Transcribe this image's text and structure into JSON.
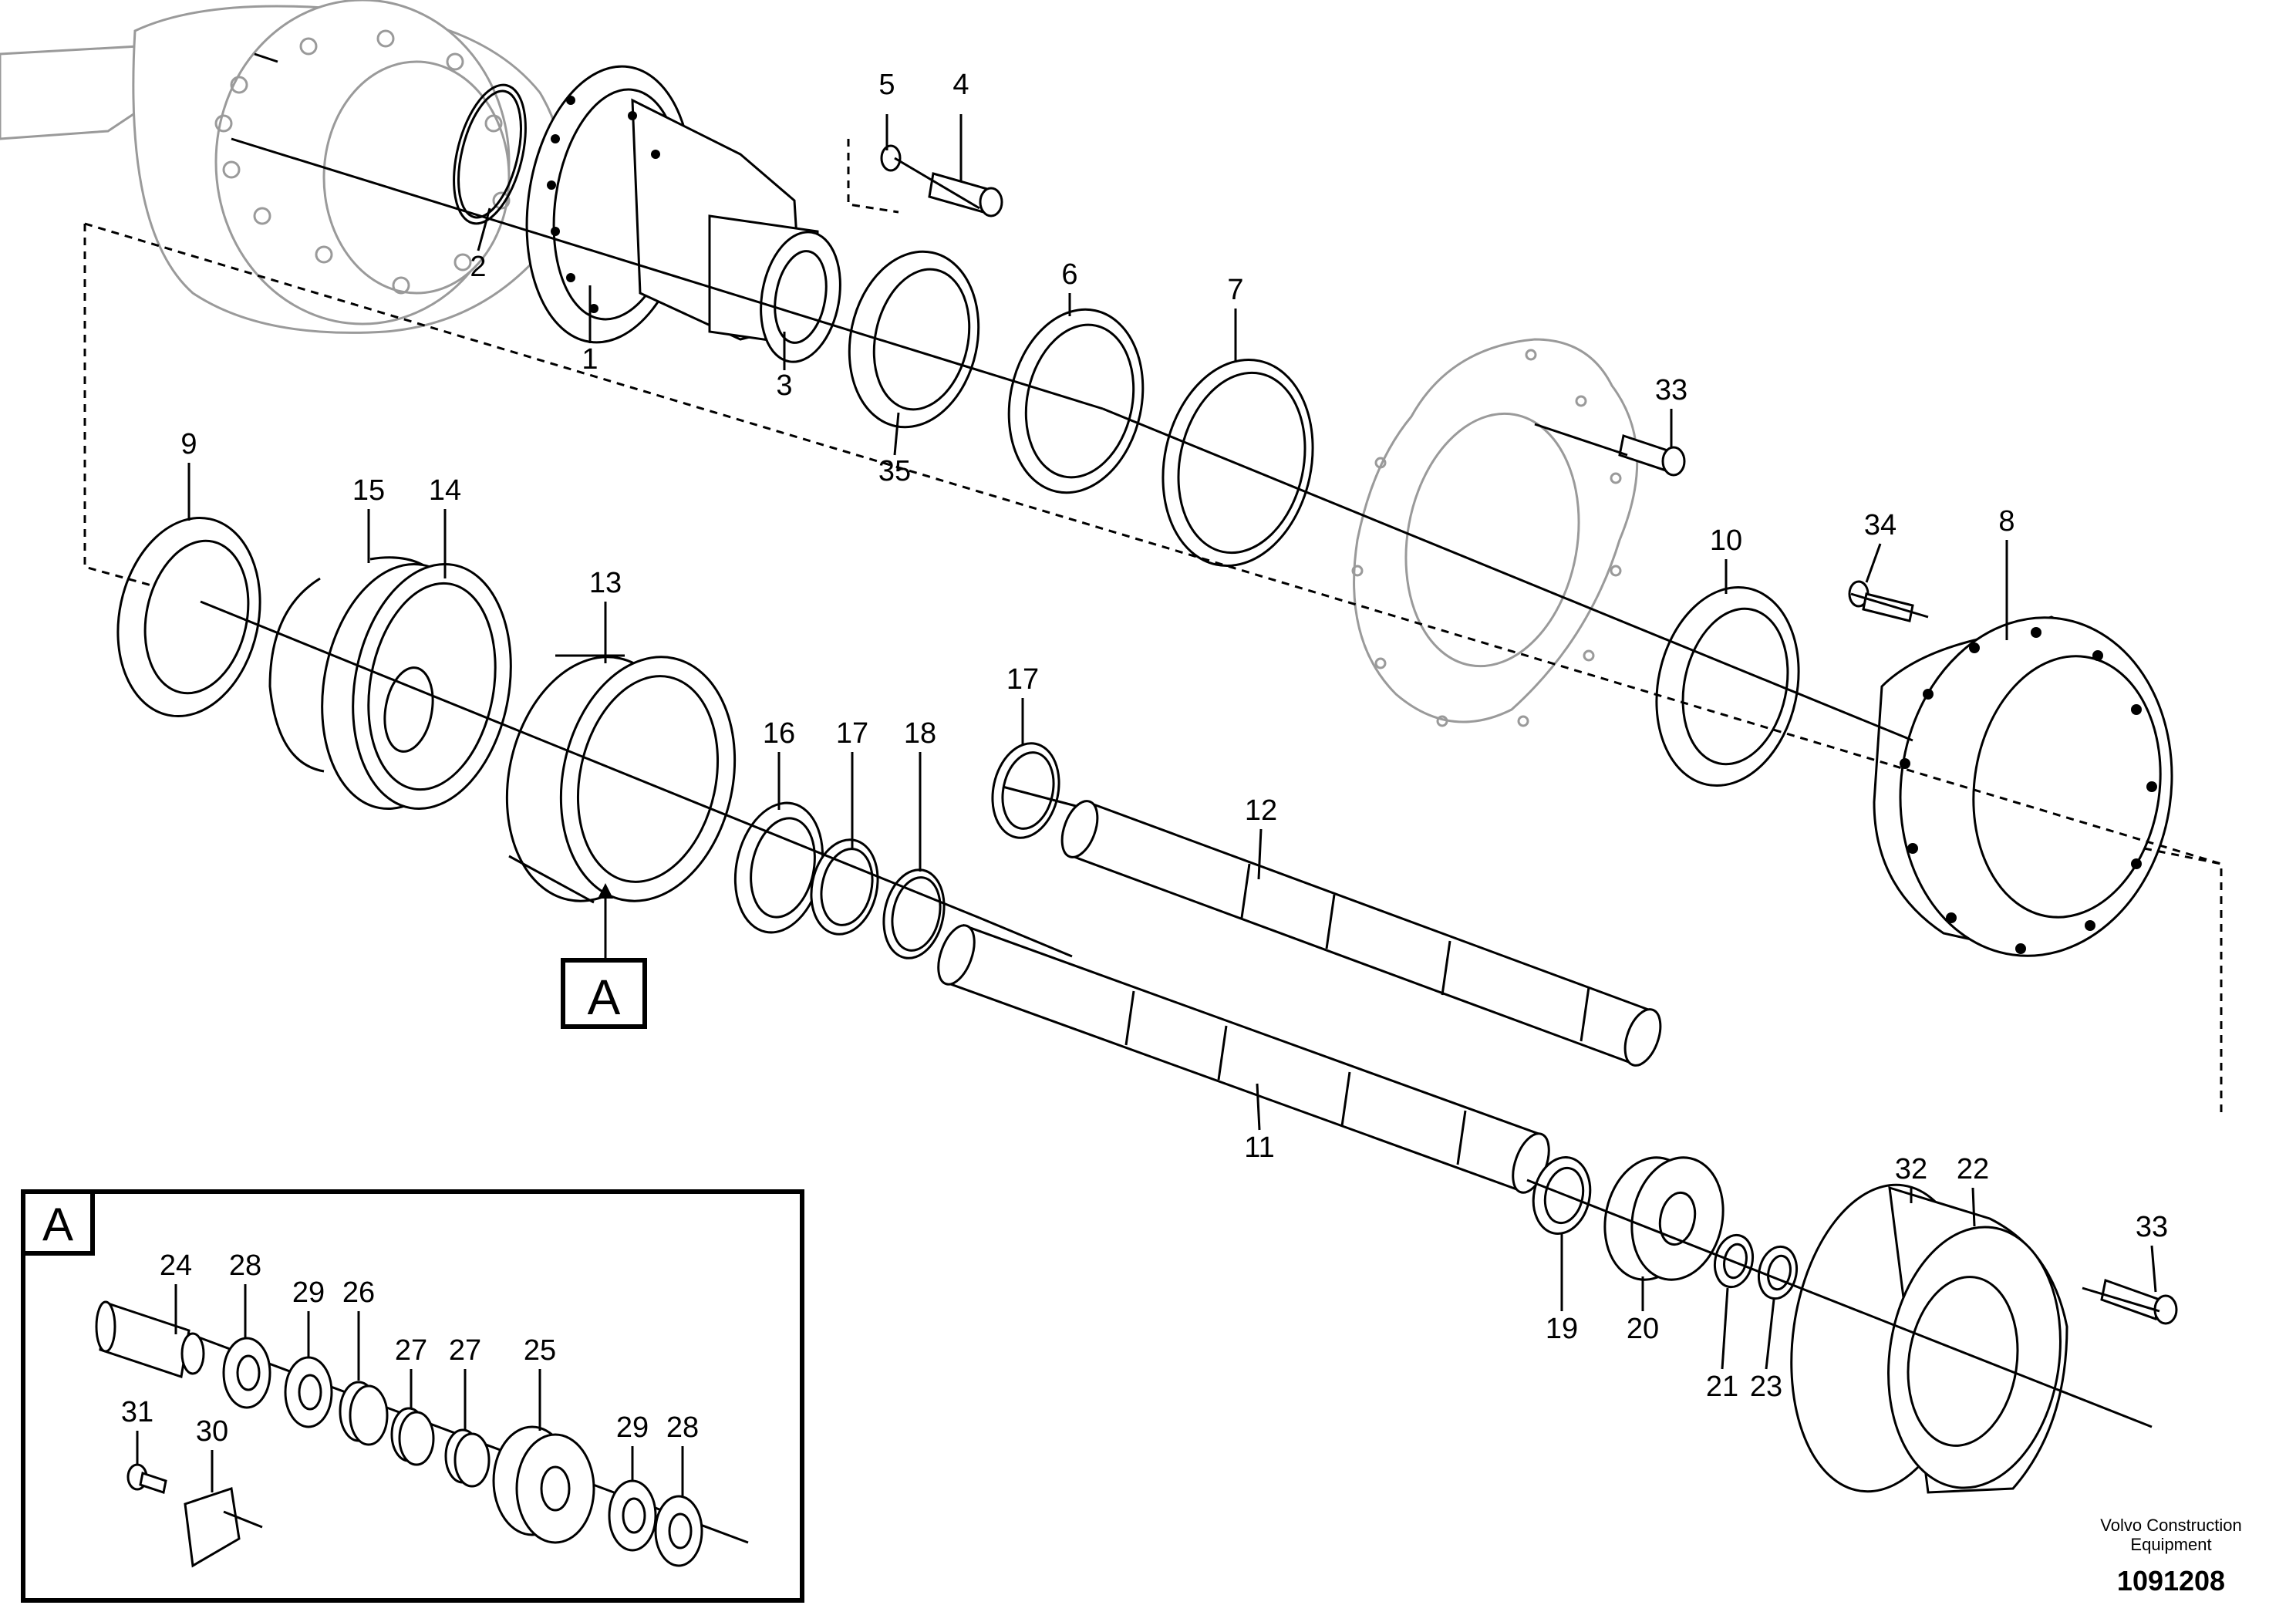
{
  "diagram": {
    "drawing_number": "1091208",
    "brand_line1": "Volvo Construction",
    "brand_line2": "Equipment",
    "detail_marker": "A",
    "detail_box_label": "A"
  },
  "callouts": [
    {
      "id": "c1",
      "label": "1"
    },
    {
      "id": "c2",
      "label": "2"
    },
    {
      "id": "c3",
      "label": "3"
    },
    {
      "id": "c4",
      "label": "4"
    },
    {
      "id": "c5",
      "label": "5"
    },
    {
      "id": "c6",
      "label": "6"
    },
    {
      "id": "c7",
      "label": "7"
    },
    {
      "id": "c8",
      "label": "8"
    },
    {
      "id": "c9",
      "label": "9"
    },
    {
      "id": "c10",
      "label": "10"
    },
    {
      "id": "c11",
      "label": "11"
    },
    {
      "id": "c12",
      "label": "12"
    },
    {
      "id": "c13",
      "label": "13"
    },
    {
      "id": "c14",
      "label": "14"
    },
    {
      "id": "c15",
      "label": "15"
    },
    {
      "id": "c16",
      "label": "16"
    },
    {
      "id": "c17a",
      "label": "17"
    },
    {
      "id": "c17b",
      "label": "17"
    },
    {
      "id": "c18",
      "label": "18"
    },
    {
      "id": "c19",
      "label": "19"
    },
    {
      "id": "c20",
      "label": "20"
    },
    {
      "id": "c21",
      "label": "21"
    },
    {
      "id": "c22",
      "label": "22"
    },
    {
      "id": "c23",
      "label": "23"
    },
    {
      "id": "c24",
      "label": "24"
    },
    {
      "id": "c25",
      "label": "25"
    },
    {
      "id": "c26",
      "label": "26"
    },
    {
      "id": "c27a",
      "label": "27"
    },
    {
      "id": "c27b",
      "label": "27"
    },
    {
      "id": "c28a",
      "label": "28"
    },
    {
      "id": "c28b",
      "label": "28"
    },
    {
      "id": "c29a",
      "label": "29"
    },
    {
      "id": "c29b",
      "label": "29"
    },
    {
      "id": "c30",
      "label": "30"
    },
    {
      "id": "c31",
      "label": "31"
    },
    {
      "id": "c32",
      "label": "32"
    },
    {
      "id": "c33a",
      "label": "33"
    },
    {
      "id": "c33b",
      "label": "33"
    },
    {
      "id": "c34",
      "label": "34"
    },
    {
      "id": "c35",
      "label": "35"
    }
  ]
}
